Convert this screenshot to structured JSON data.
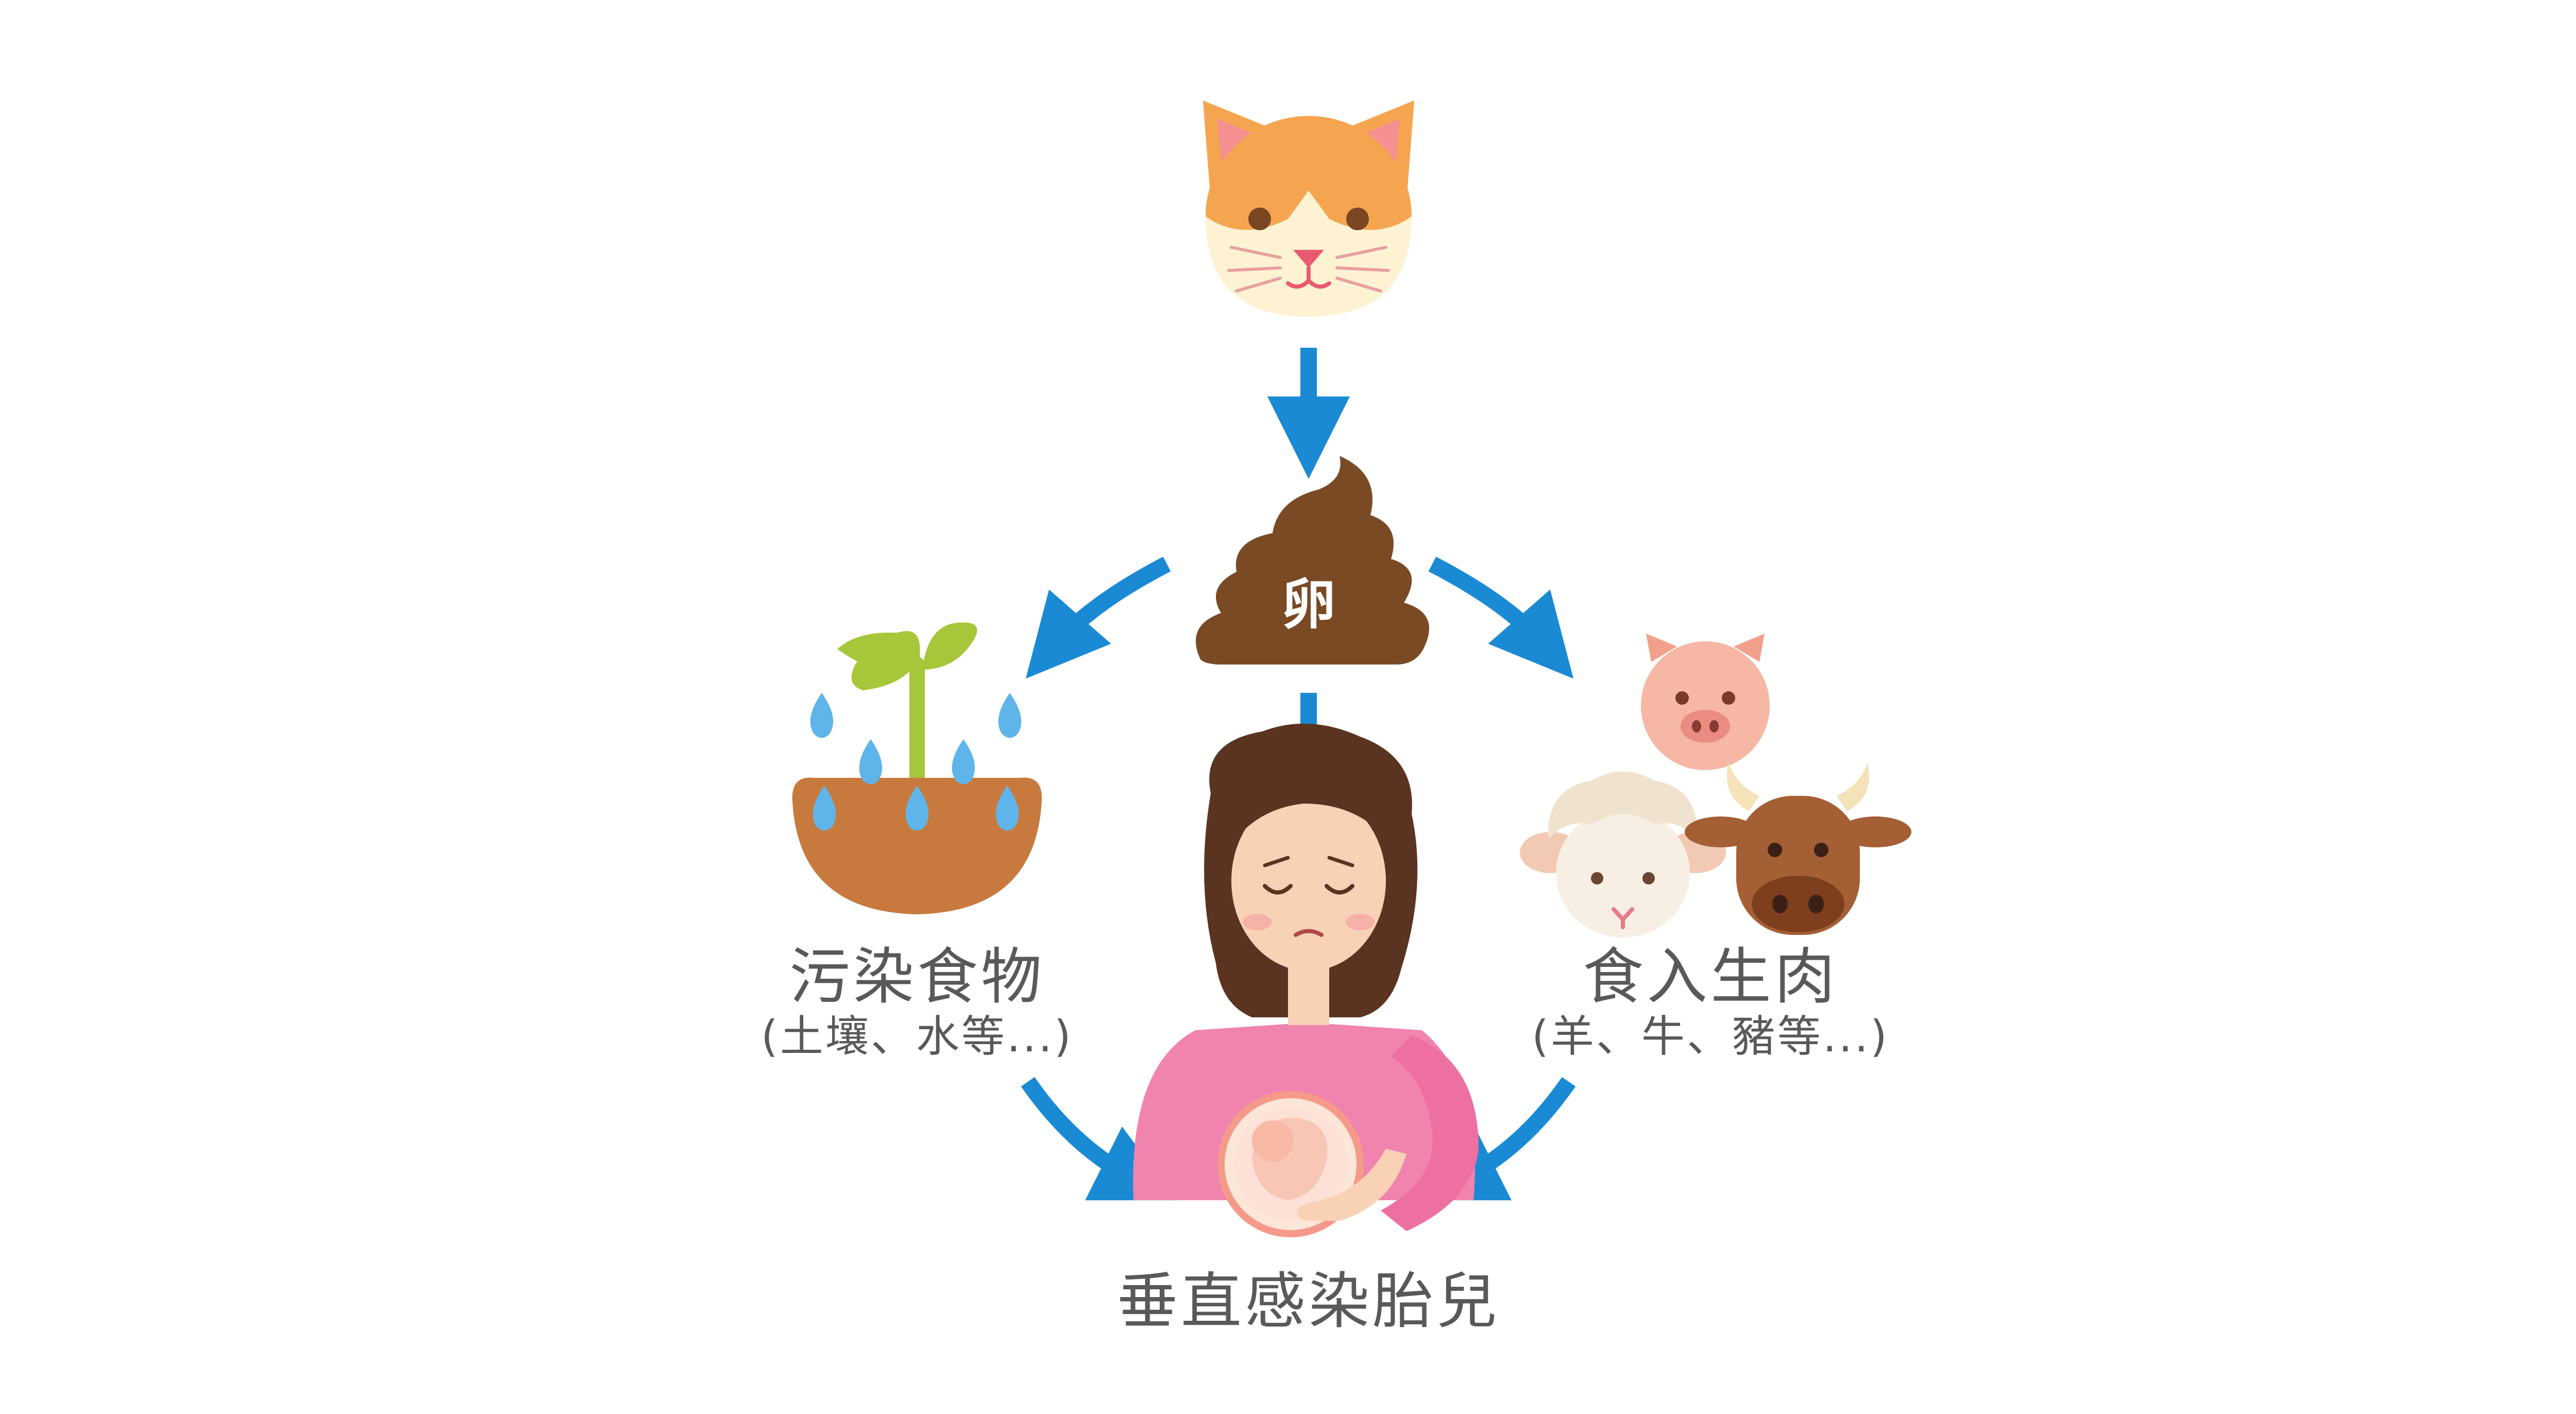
{
  "nodes": {
    "egg": {
      "label": "卵"
    },
    "food": {
      "title": "污染食物",
      "detail": "(土壤、水等...)"
    },
    "meat": {
      "title": "食入生肉",
      "detail": "(羊、牛、豬等...)"
    },
    "fetus": {
      "title": "垂直感染胎兒"
    }
  },
  "colors": {
    "arrow": "#1a8ad4",
    "text": "#595959",
    "poop": "#7a4a25",
    "cat": "#f5a550",
    "soil": "#c87a3e",
    "sprout": "#a8c63a",
    "water": "#5fb5ea",
    "pig": "#f6b7a4",
    "cow": "#a55f34",
    "sheep": "#f7efe4",
    "mother_shirt": "#f184ae",
    "hair": "#5a3421"
  },
  "icons": [
    "cat-icon",
    "poop-icon",
    "sprout-soil-icon",
    "pig-icon",
    "sheep-icon",
    "cow-icon",
    "pregnant-woman-icon"
  ]
}
